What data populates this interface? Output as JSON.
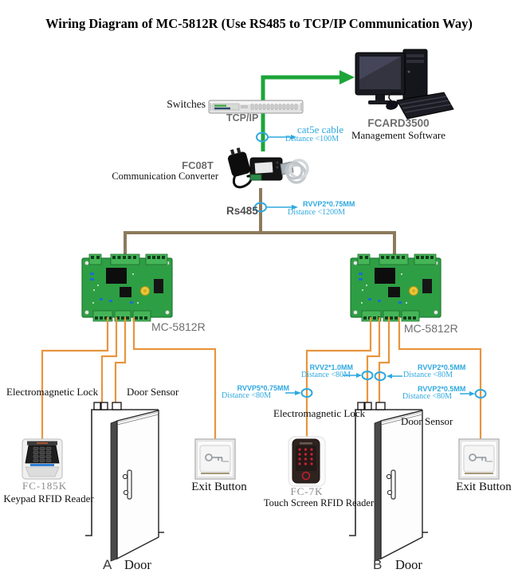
{
  "title": "Wiring Diagram of MC-5812R  (Use RS485 to TCP/IP Communication Way)",
  "network": {
    "switches_label": "Switches",
    "tcpip_label": "TCP/IP",
    "cat5e_label": "cat5e cable",
    "cat5e_distance": "Distance <100M",
    "computer_name": "FCARD3500",
    "computer_sub": "Management Software"
  },
  "converter": {
    "model": "FC08T",
    "name": "Communication Converter"
  },
  "rs485": {
    "label": "Rs485",
    "cable": "RVVP2*0.75MM",
    "distance": "Distance <1200M"
  },
  "controllers": {
    "left_model": "MC-5812R",
    "right_model": "MC-5812R"
  },
  "door_a": {
    "lock_label": "Electromagnetic Lock",
    "sensor_label": "Door Sensor",
    "reader_model": "FC-185K",
    "reader_name": "Keypad RFID Reader",
    "exit_label": "Exit Button",
    "door_letter": "A",
    "door_label": "Door"
  },
  "door_b": {
    "lock_label": "Electromagnetic Lock",
    "sensor_label": "Door Sensor",
    "reader_model": "FC-7K",
    "reader_name": "Touch Screen RFID Reader",
    "exit_label": "Exit Button",
    "door_letter": "B",
    "door_label": "Door",
    "specs": {
      "reader_cable": "RVVP5*0.75MM",
      "reader_distance": "Distance <80M",
      "lock_cable": "RVV2*1.0MM",
      "lock_distance": "Distance <80M",
      "sensor_cable": "RVVP2*0.5MM",
      "sensor_distance": "Distance <80M",
      "exit_cable": "RVVP2*0.5MM",
      "exit_distance": "Distance <80M"
    }
  },
  "colors": {
    "green": "#1CA539",
    "brown": "#8C7A5B",
    "orange": "#E8953F",
    "cyan": "#2FA8DF"
  }
}
